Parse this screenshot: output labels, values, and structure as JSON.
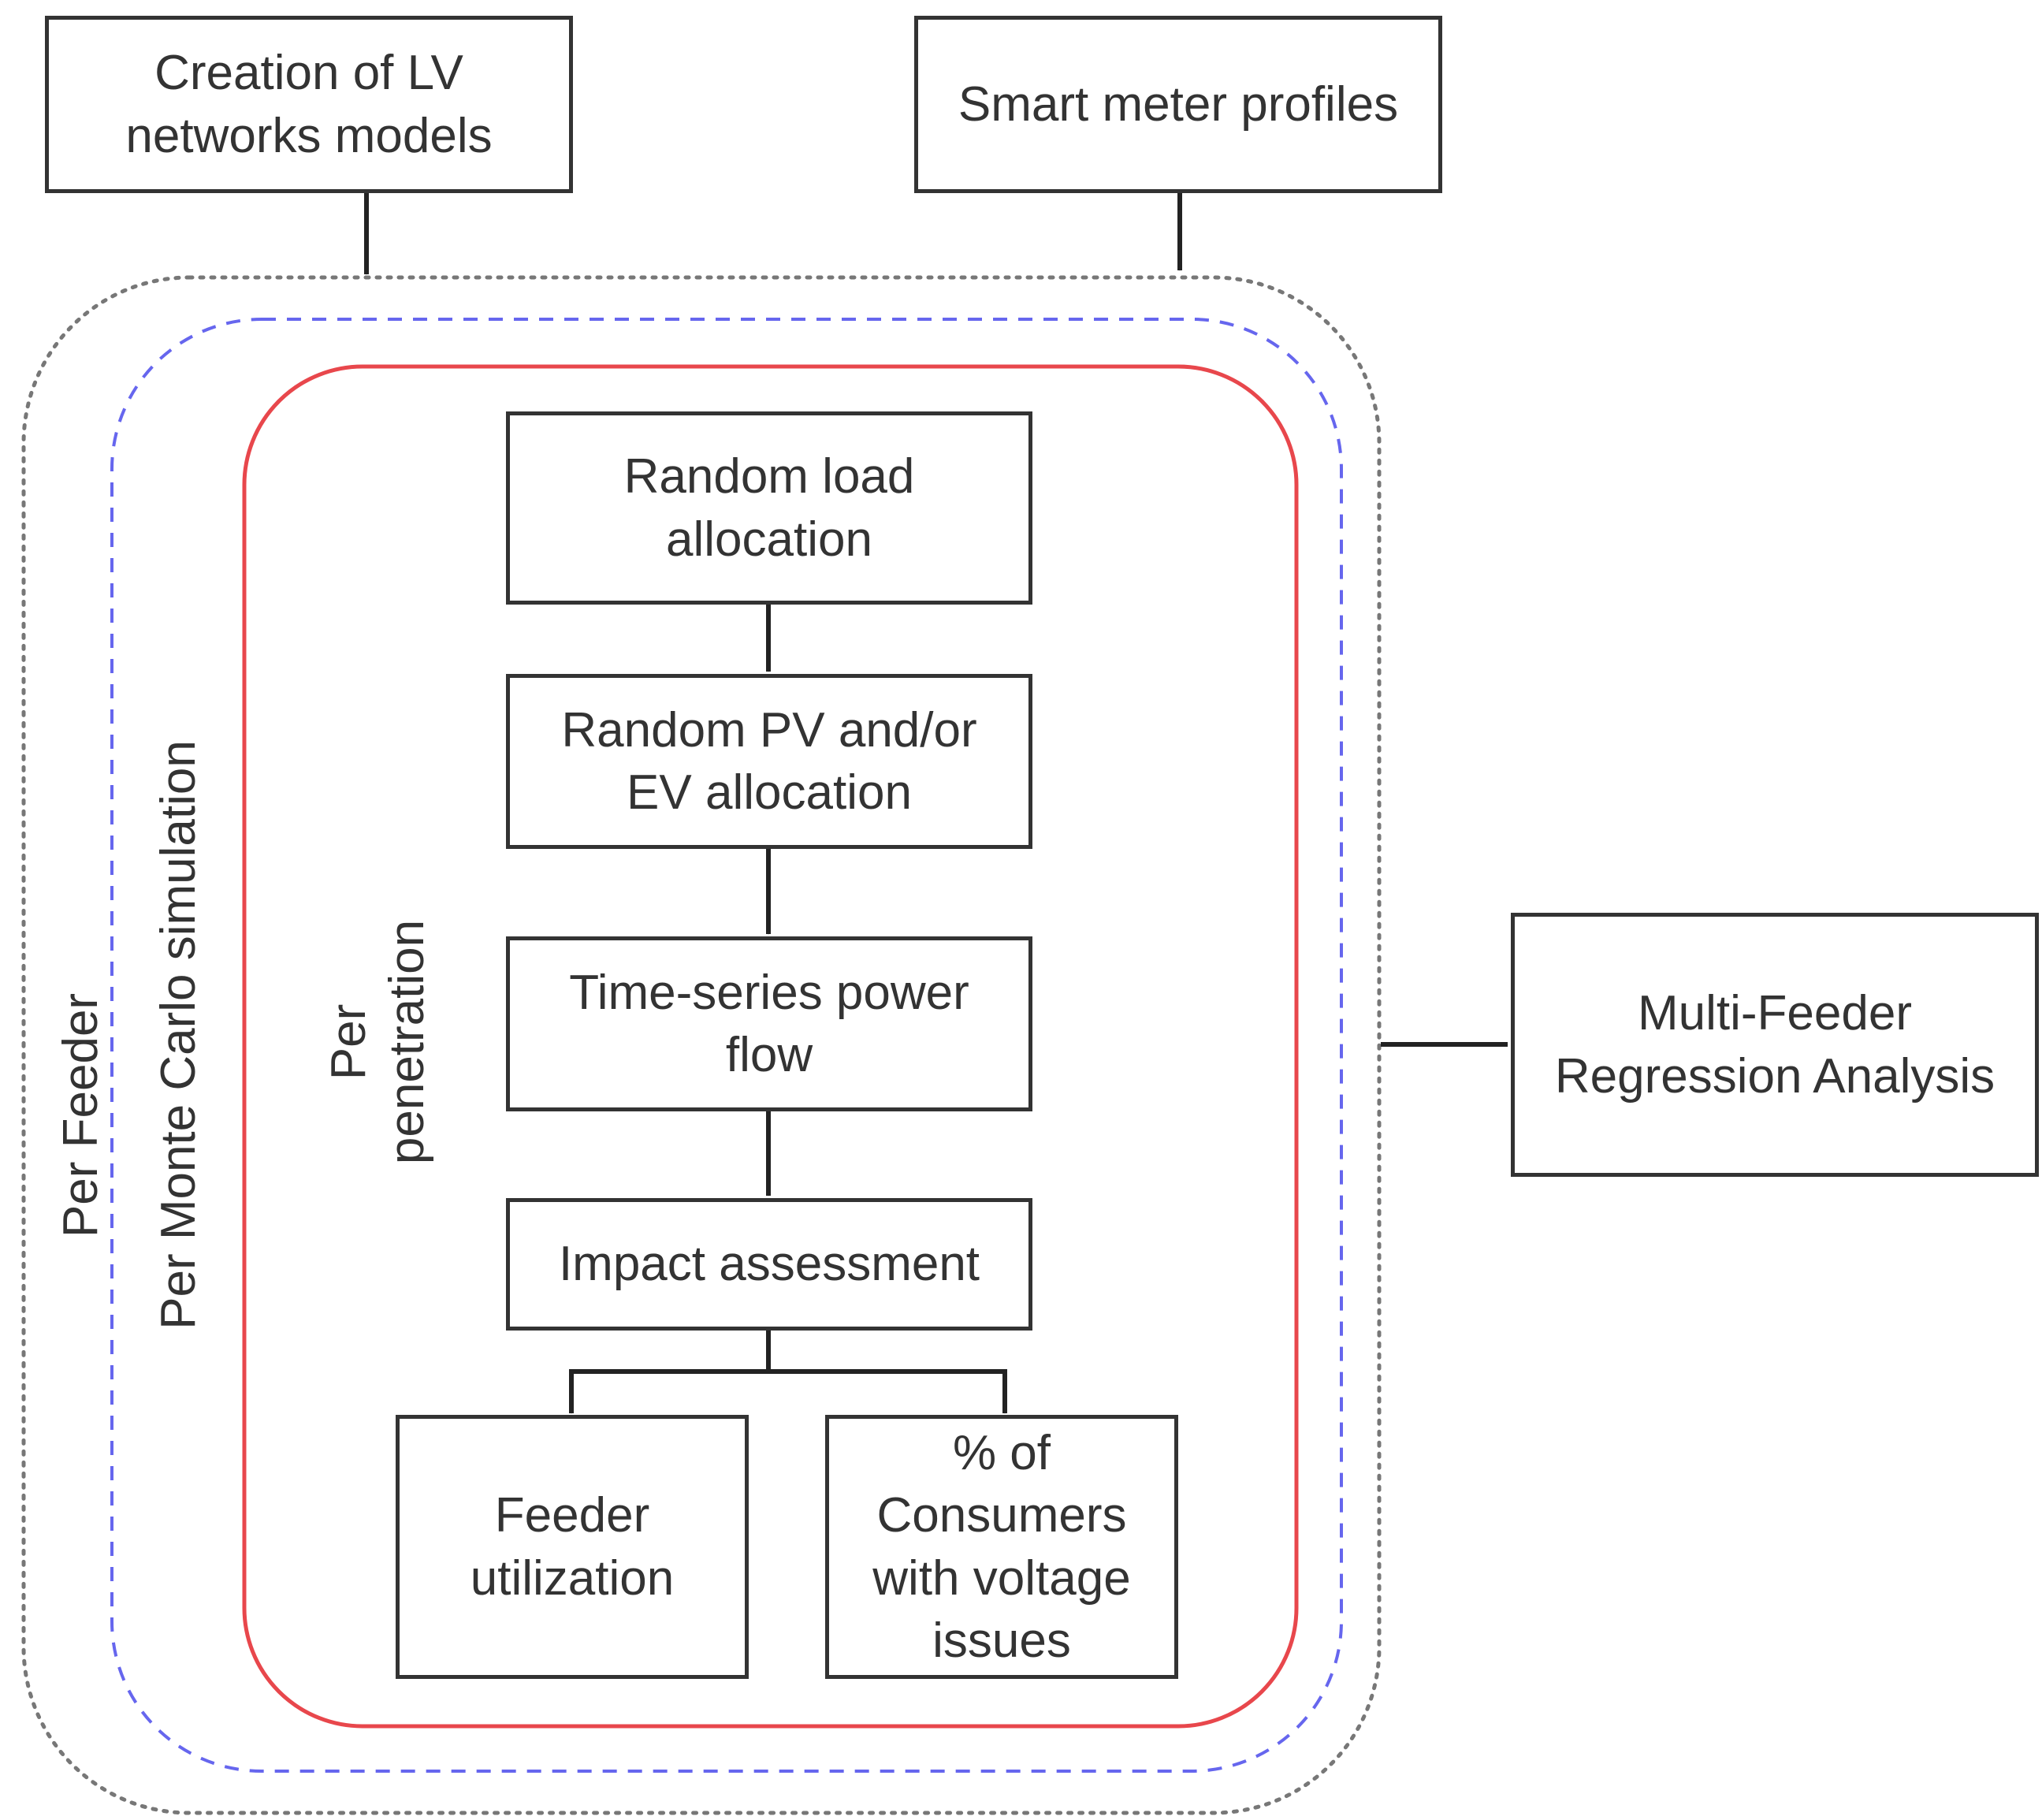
{
  "colors": {
    "box_border": "#333333",
    "text": "#333333",
    "arrow": "#222222",
    "per_feeder_border": "#777777",
    "monte_carlo_border": "#6666ee",
    "penetration_border": "#e8474c"
  },
  "inputs": {
    "lv_models": "Creation of LV\nnetworks models",
    "smart_meter": "Smart meter profiles"
  },
  "loops": {
    "per_feeder": "Per Feeder",
    "monte_carlo": "Per Monte Carlo simulation",
    "penetration": "Per\npenetration"
  },
  "steps": {
    "load_allocation": "Random load\nallocation",
    "pv_ev_allocation": "Random PV and/or\nEV allocation",
    "power_flow": "Time-series power\nflow",
    "impact_assessment": "Impact assessment"
  },
  "outputs": {
    "feeder_utilization": "Feeder\nutilization",
    "voltage_issues": "% of\nConsumers\nwith voltage\nissues"
  },
  "result": {
    "regression": "Multi-Feeder\nRegression Analysis"
  }
}
